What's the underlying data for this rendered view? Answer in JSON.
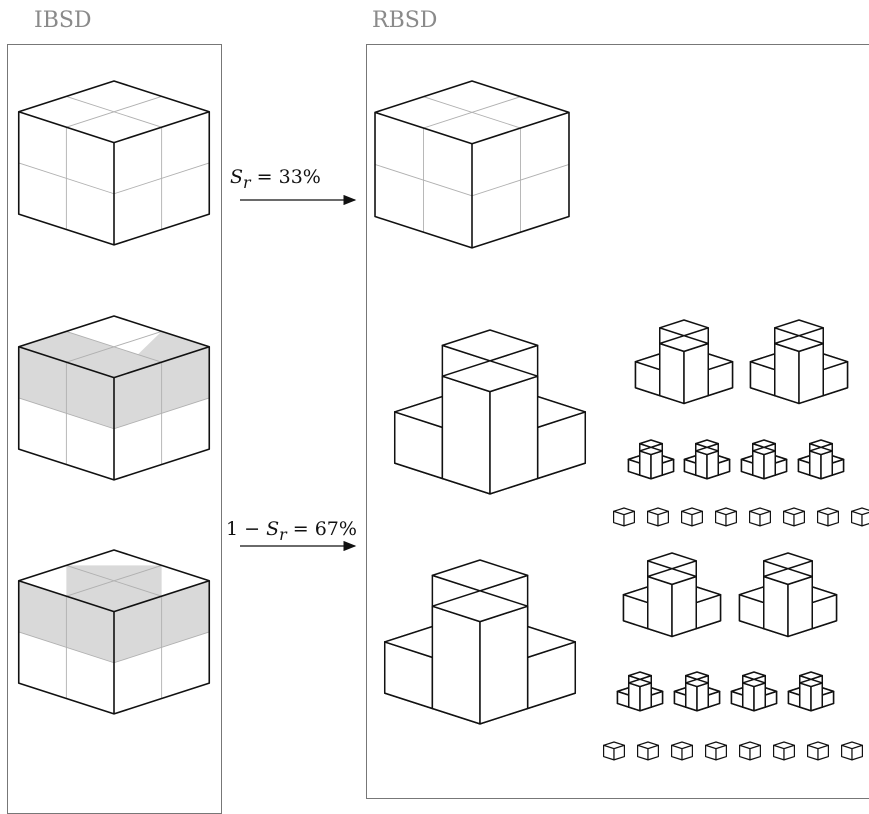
{
  "headers": {
    "ibsd": "IBSD",
    "rbsd": "RBSD"
  },
  "arrows": {
    "top": {
      "label": "S_r = 33%",
      "text_parts": [
        "S",
        "r",
        " = 33%"
      ]
    },
    "bottom": {
      "label": "1 − S_r = 67%",
      "text_parts": [
        "1 − ",
        "S",
        "r",
        " = 67%"
      ]
    }
  },
  "colors": {
    "stroke": "#111111",
    "grid": "#b0b0b0",
    "shade": "#d9d9d9",
    "panel_border": "#777777",
    "header": "#8a8a8a"
  }
}
